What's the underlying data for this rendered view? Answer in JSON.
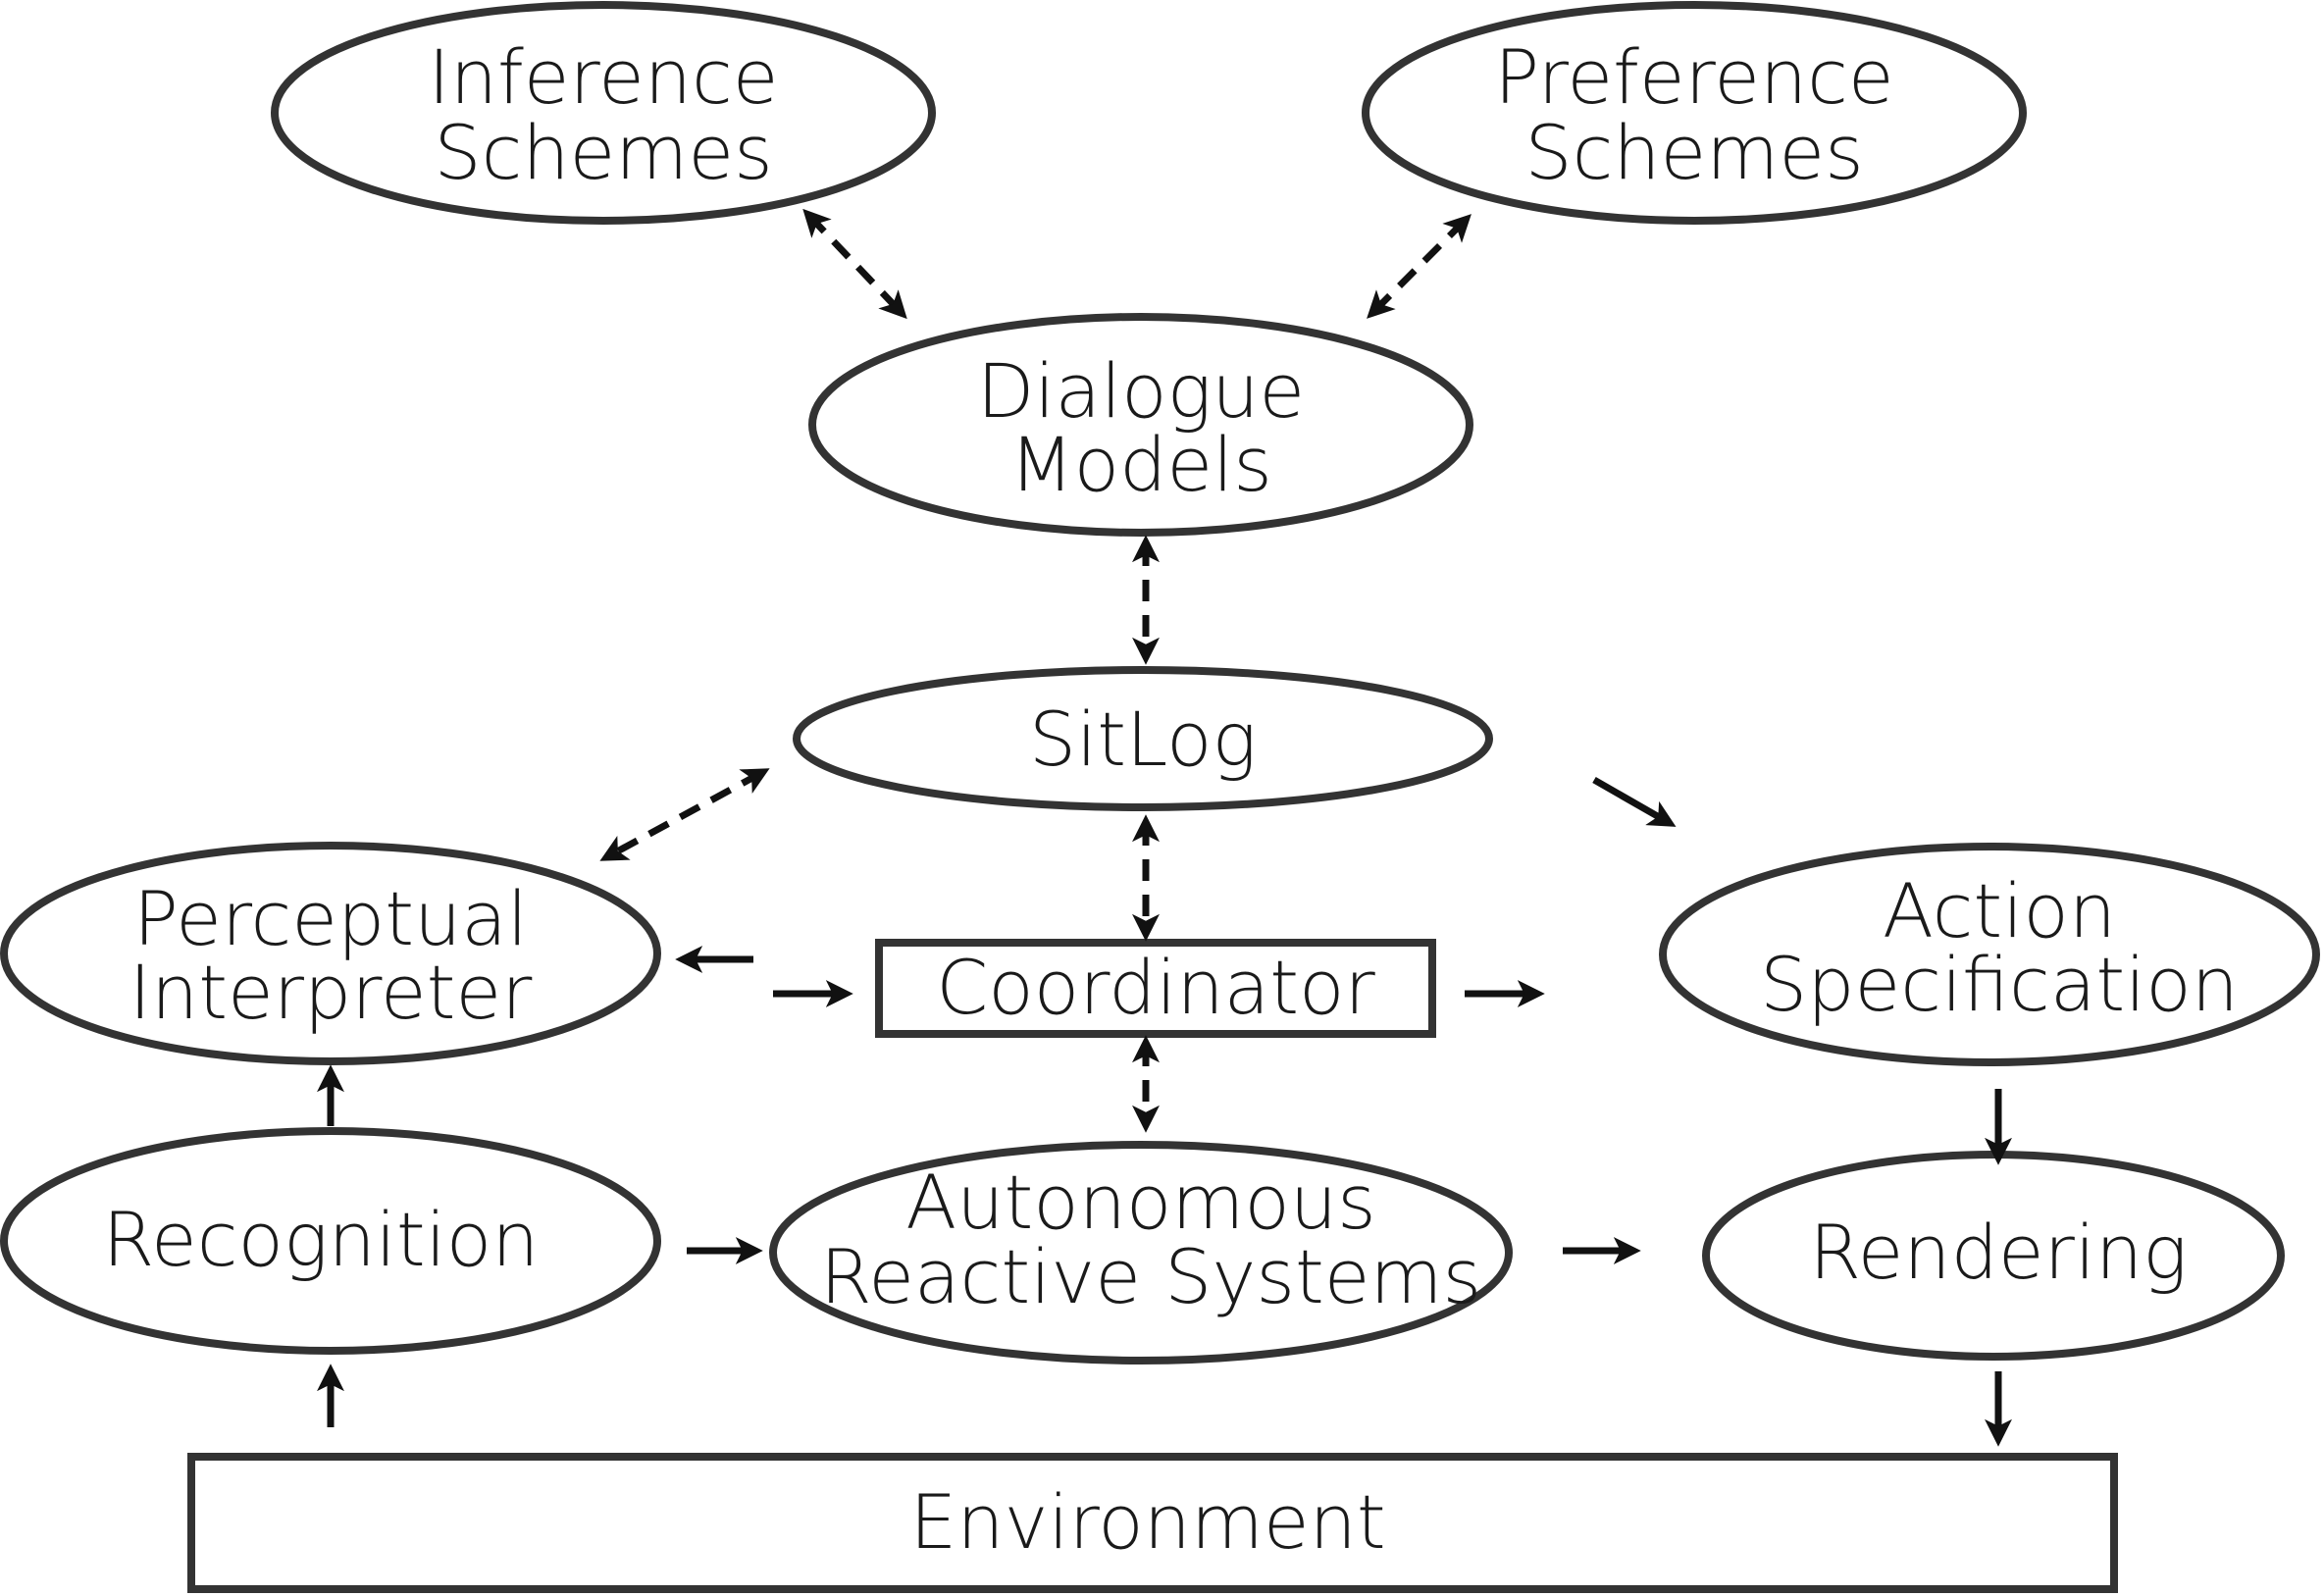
{
  "nodes": {
    "inference_schemes": [
      "Inference",
      "Schemes"
    ],
    "preference_schemes": [
      "Preference",
      "Schemes"
    ],
    "dialogue_models": [
      "Dialogue",
      "Models"
    ],
    "sitlog": [
      "SitLog"
    ],
    "perceptual_interpreter": [
      "Perceptual",
      "Interpreter"
    ],
    "coordinator": [
      "Coordinator"
    ],
    "action_specification": [
      "Action",
      "Specification"
    ],
    "recognition": [
      "Recognition"
    ],
    "autonomous_reactive_systems": [
      "Autonomous",
      "Reactive Systems"
    ],
    "rendering": [
      "Rendering"
    ],
    "environment": [
      "Environment"
    ]
  },
  "edges": [
    {
      "from": "inference_schemes",
      "to": "dialogue_models",
      "style": "dashed",
      "direction": "both"
    },
    {
      "from": "preference_schemes",
      "to": "dialogue_models",
      "style": "dashed",
      "direction": "both"
    },
    {
      "from": "dialogue_models",
      "to": "sitlog",
      "style": "dashed",
      "direction": "both"
    },
    {
      "from": "sitlog",
      "to": "perceptual_interpreter",
      "style": "dashed",
      "direction": "both"
    },
    {
      "from": "sitlog",
      "to": "coordinator",
      "style": "dashed",
      "direction": "both"
    },
    {
      "from": "sitlog",
      "to": "action_specification",
      "style": "solid",
      "direction": "forward"
    },
    {
      "from": "coordinator",
      "to": "perceptual_interpreter",
      "style": "solid",
      "direction": "forward"
    },
    {
      "from": "perceptual_interpreter",
      "to": "coordinator",
      "style": "solid",
      "direction": "forward"
    },
    {
      "from": "coordinator",
      "to": "action_specification",
      "style": "solid",
      "direction": "forward"
    },
    {
      "from": "coordinator",
      "to": "autonomous_reactive_systems",
      "style": "dashed",
      "direction": "both"
    },
    {
      "from": "recognition",
      "to": "perceptual_interpreter",
      "style": "solid",
      "direction": "forward"
    },
    {
      "from": "recognition",
      "to": "autonomous_reactive_systems",
      "style": "solid",
      "direction": "forward"
    },
    {
      "from": "autonomous_reactive_systems",
      "to": "rendering",
      "style": "solid",
      "direction": "forward"
    },
    {
      "from": "action_specification",
      "to": "rendering",
      "style": "solid",
      "direction": "forward"
    },
    {
      "from": "environment",
      "to": "recognition",
      "style": "solid",
      "direction": "forward"
    },
    {
      "from": "rendering",
      "to": "environment",
      "style": "solid",
      "direction": "forward"
    }
  ]
}
